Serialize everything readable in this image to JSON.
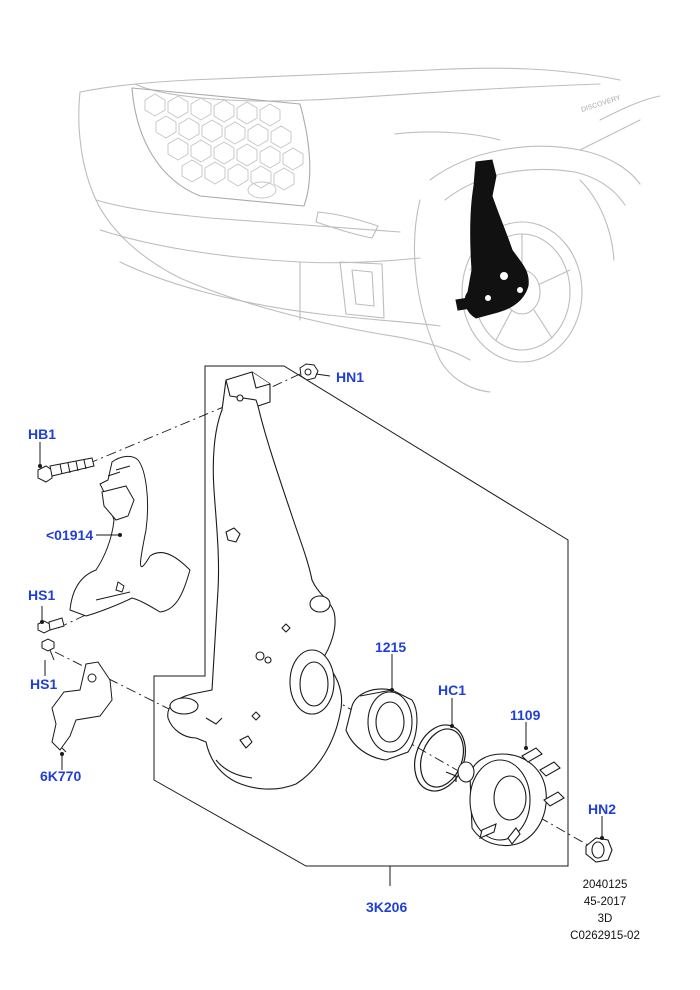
{
  "callouts": {
    "hn1": "HN1",
    "hb1": "HB1",
    "part_01914": "<01914",
    "hs1_upper": "HS1",
    "hs1_lower": "HS1",
    "part_6k770": "6K770",
    "part_1215": "1215",
    "hc1": "HC1",
    "part_1109": "1109",
    "hn2": "HN2",
    "part_3k206": "3K206"
  },
  "reference": {
    "line1": "2040125",
    "line2": "45-2017",
    "line3": "3D",
    "line4": "C0262915-02"
  },
  "vehicle_badge": "DISCOVERY",
  "colors": {
    "callout": "#1f3fd6",
    "linework": "#1a1a1a",
    "vehicle_ghost": "#b9b9b9"
  }
}
